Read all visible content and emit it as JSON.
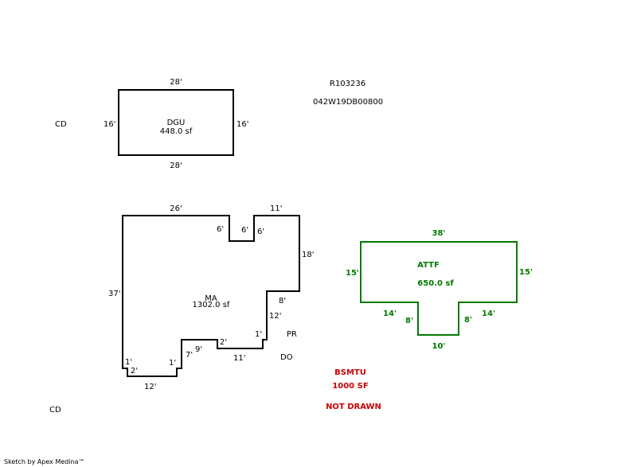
{
  "header": {
    "parcel_id": "R103236",
    "map_number": "042W19DB00800"
  },
  "side_labels": {
    "cd_top": "CD",
    "cd_bottom": "CD"
  },
  "footer": {
    "credit": "Sketch by Apex Medina™"
  },
  "dgu": {
    "name": "DGU",
    "area": "448.0 sf",
    "top": "28'",
    "bottom": "28'",
    "left": "16'",
    "right": "16'"
  },
  "ma": {
    "name": "MA",
    "area": "1302.0 sf",
    "dims": {
      "top_left": "26'",
      "notch_left": "6'",
      "notch_bottom": "6'",
      "notch_right": "6'",
      "top_right": "11'",
      "right": "18'",
      "step_8": "8'",
      "step_12": "12'",
      "step_1a": "1'",
      "bottom_11": "11'",
      "step_2a": "2'",
      "diag_9": "9'",
      "step_7": "7'",
      "step_1b": "1'",
      "bottom_12": "12'",
      "step_2b": "2'",
      "step_1c": "1'",
      "left": "37'"
    },
    "labels": {
      "pr": "PR",
      "do": "DO"
    }
  },
  "attf": {
    "name": "ATTF",
    "area": "650.0 sf",
    "top": "38'",
    "left": "15'",
    "right": "15'",
    "bottom_left": "14'",
    "bottom_right": "14'",
    "inner_left": "8'",
    "inner_right": "8'",
    "bottom_center": "10'"
  },
  "bsmtu": {
    "name": "BSMTU",
    "area": "1000 SF",
    "note": "NOT DRAWN"
  },
  "colors": {
    "outline": "#000000",
    "attf": "#007a00",
    "note": "#cc0000"
  }
}
